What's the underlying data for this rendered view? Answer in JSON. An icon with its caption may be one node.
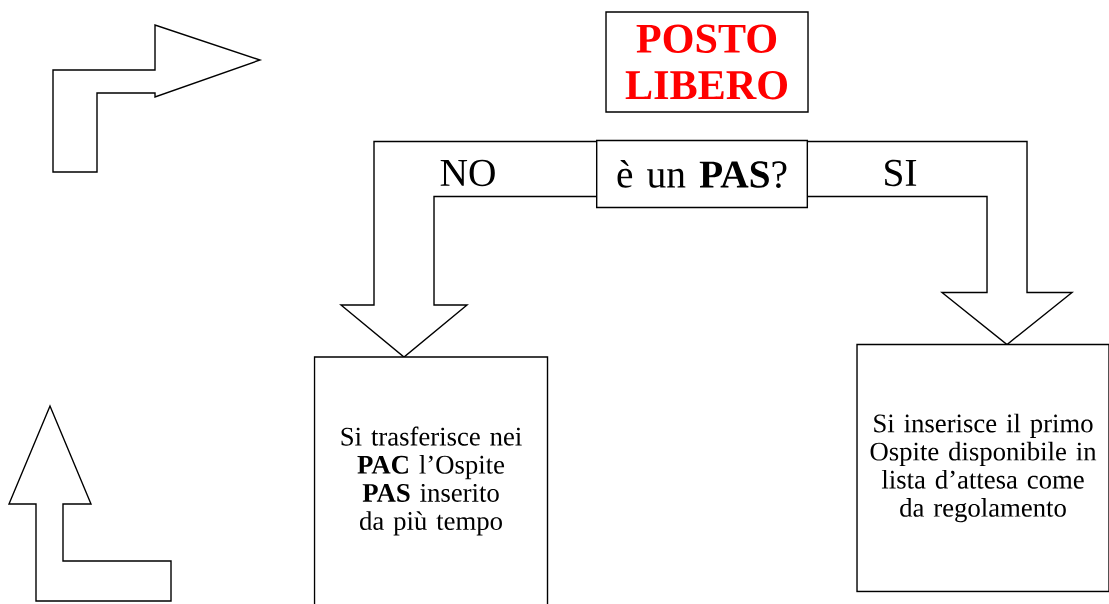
{
  "diagram": {
    "nodes": [
      {
        "text": [
          "POSTO LIBERO"
        ]
      },
      {
        "text": [
          "è un **PAS**?"
        ]
      },
      {
        "text": [
          "Si trasferisce nei **PAC** l’Ospite **PAS** inserito da più tempo"
        ]
      },
      {
        "text": [
          "Si inserisce il primo Ospite disponibile in lista d’attesa come da regolamento"
        ]
      }
    ],
    "edges": [
      {
        "from": 1,
        "to": 2,
        "arrow": "to",
        "label": "NO"
      },
      {
        "from": 1,
        "to": 3,
        "arrow": "to",
        "label": "SI"
      }
    ]
  }
}
